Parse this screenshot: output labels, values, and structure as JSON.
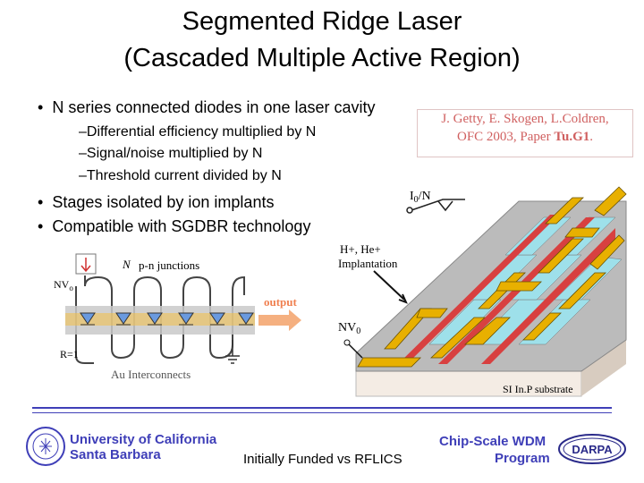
{
  "title": {
    "line1": "Segmented Ridge Laser",
    "line2": "(Cascaded Multiple Active Region)"
  },
  "bullets": [
    "N series connected diodes in one laser cavity",
    "Stages isolated by ion implants",
    "Compatible with SGDBR technology"
  ],
  "sub_bullets": [
    "–Differential efficiency multiplied by N",
    "–Signal/noise multiplied by N",
    "–Threshold current divided by N"
  ],
  "reference": {
    "line1": "J. Getty, E. Skogen, L.Coldren,",
    "line2_prefix": "OFC 2003, Paper ",
    "line2_bold": "Tu.G1",
    "line2_suffix": "."
  },
  "circuit": {
    "n_label": "N",
    "junctions_label": "p-n  junctions",
    "nv_label": "NV",
    "nv_sub": "o",
    "output_label": "output",
    "r_label": "R=1",
    "interconnects_label": "Au Interconnects"
  },
  "device": {
    "current_label": "I",
    "current_sub": "0",
    "current_suffix": "/N",
    "implant_line1": "H+, He+",
    "implant_line2": "Implantation",
    "nv_label": "NV",
    "nv_sub": "0",
    "substrate_label": "SI In.P substrate"
  },
  "footer": {
    "university_line1": "University of California",
    "university_line2": "Santa Barbara",
    "funding": "Initially Funded vs RFLICS",
    "program_line1": "Chip-Scale WDM",
    "program_line2": "Program",
    "darpa_logo": "DARPA"
  },
  "colors": {
    "reference_text": "#d06060",
    "footer_blue": "#3f3fb8",
    "gold": "#e8b000",
    "cyan": "#9ee0ea",
    "red_implant": "#d84040",
    "output_arrow": "#f0a070"
  }
}
